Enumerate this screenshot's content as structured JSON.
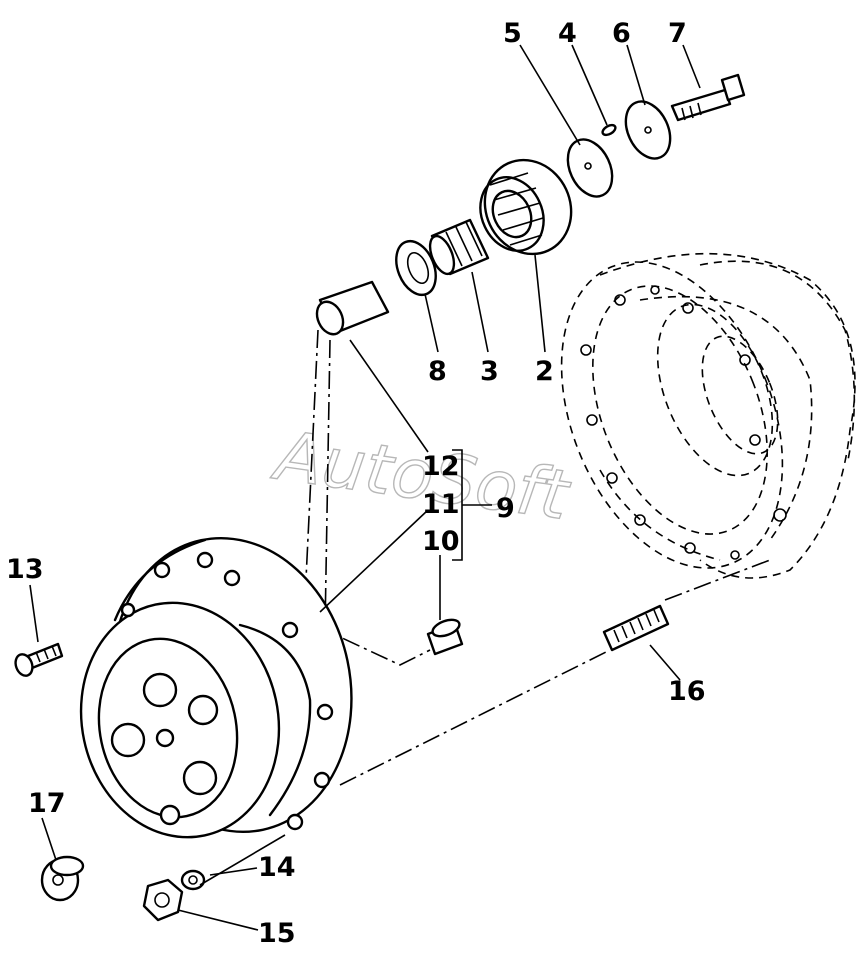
{
  "watermark": "AutoSoft",
  "callouts": {
    "c2": "2",
    "c3": "3",
    "c4": "4",
    "c5": "5",
    "c6": "6",
    "c7": "7",
    "c8": "8",
    "c9": "9",
    "c10": "10",
    "c11": "11",
    "c12": "12",
    "c13": "13",
    "c14": "14",
    "c15": "15",
    "c16": "16",
    "c17": "17"
  }
}
